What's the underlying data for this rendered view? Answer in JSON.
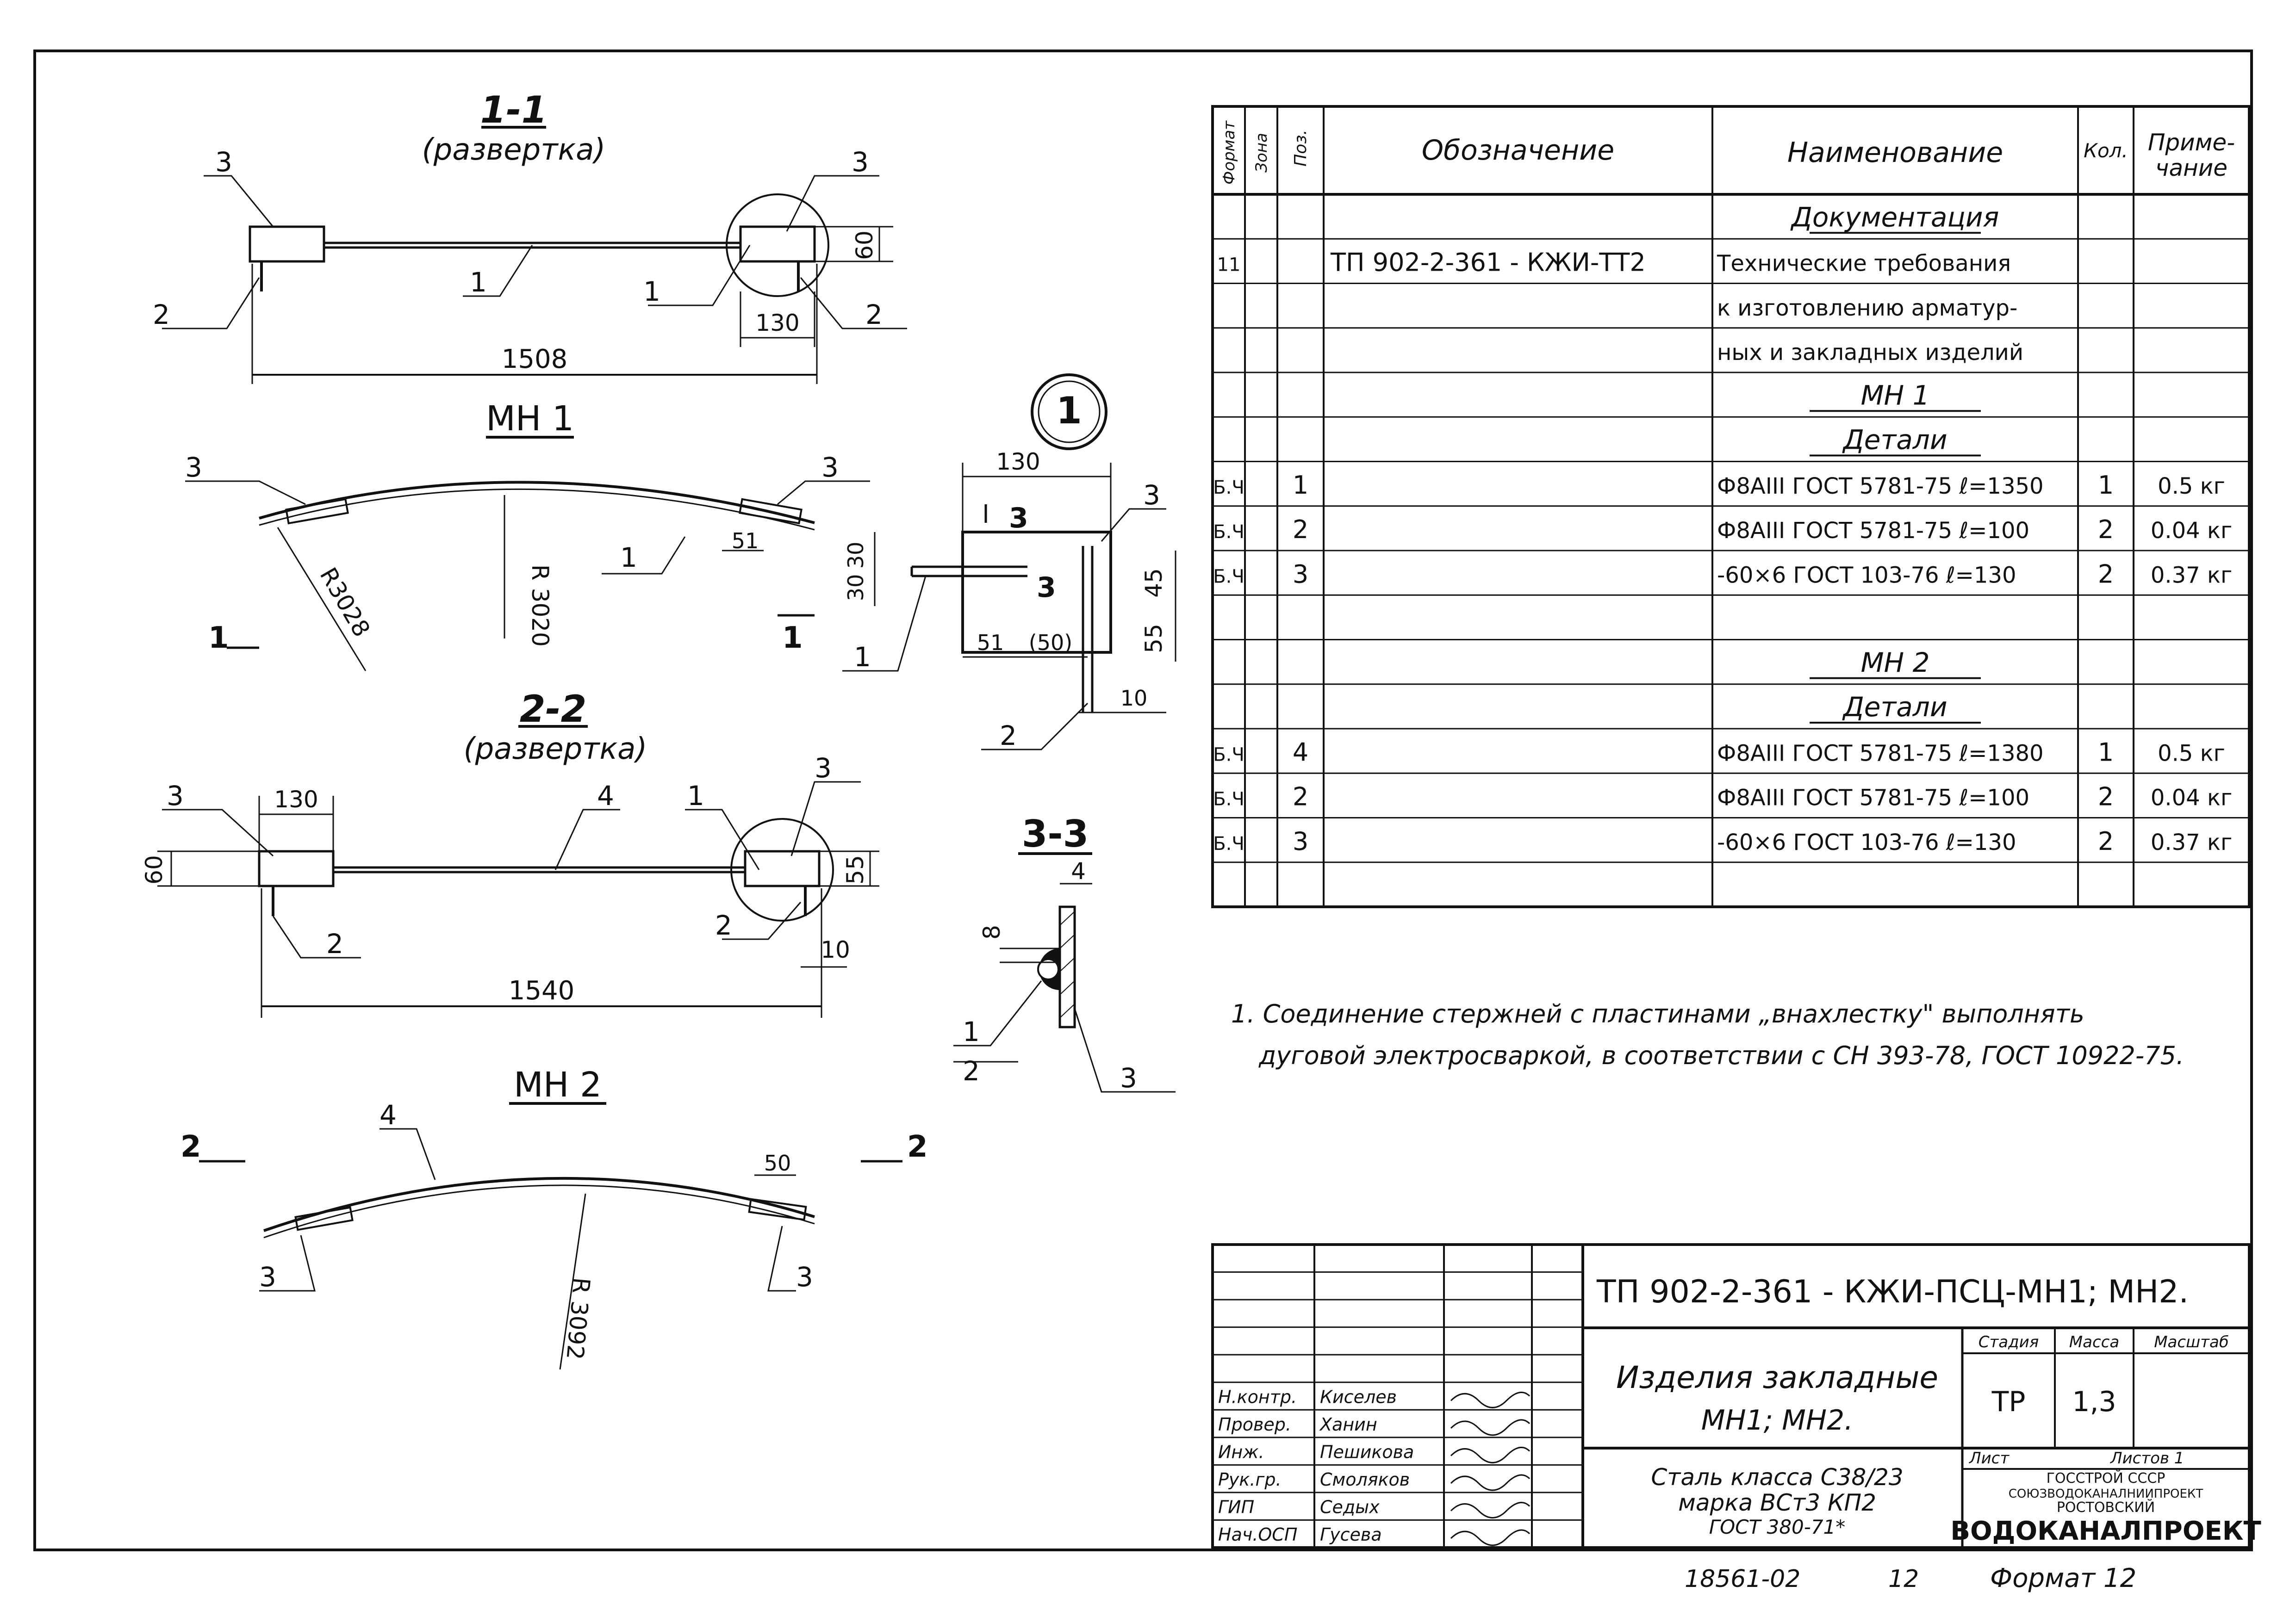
{
  "drawings": {
    "section_1_1": {
      "title": "1-1",
      "subtitle": "(развертка)",
      "dim_total": "1508",
      "dim_h": "60",
      "dim_w": "130",
      "pos": [
        "3",
        "3",
        "2",
        "1",
        "1",
        "2"
      ]
    },
    "mn1": {
      "title": "МН 1",
      "radius1": "R3028",
      "radius2": "R 3020",
      "dim": "51",
      "pos": [
        "3",
        "3",
        "1"
      ],
      "cut_left": "1",
      "cut_right": "1"
    },
    "section_2_2": {
      "title": "2-2",
      "subtitle": "(развертка)",
      "dim_top": "130",
      "dim_h_left": "60",
      "dim_h_right": "55",
      "dim_side": "10",
      "dim_total": "1540",
      "pos": [
        "3",
        "4",
        "1",
        "3",
        "2",
        "2"
      ]
    },
    "mn2": {
      "title": "МН 2",
      "radius": "R 3092",
      "dim": "50",
      "pos": [
        "4",
        "3",
        "3"
      ],
      "cut_left": "2",
      "cut_right": "2"
    },
    "detail_1": {
      "label": "1",
      "dim_top": "130",
      "dim_30a": "30",
      "dim_30b": "30",
      "dim_45": "45",
      "dim_55": "55",
      "dim_51": "51",
      "dim_50": "(50)",
      "dim_10": "10",
      "cut": "3",
      "cut2": "3",
      "pos": [
        "3",
        "1",
        "2"
      ]
    },
    "section_3_3": {
      "title": "3-3",
      "dim_4": "4",
      "dim_8": "8",
      "pos": [
        "1",
        "2",
        "3"
      ]
    }
  },
  "spec_table": {
    "headers": {
      "format": "Формат",
      "zone": "Зона",
      "pos": "Поз.",
      "designation": "Обозначение",
      "name": "Наименование",
      "qty": "Кол.",
      "note": "Приме-\nчание"
    },
    "rows": [
      {
        "format": "",
        "pos": "",
        "designation": "",
        "name": "Документация",
        "qty": "",
        "note": "",
        "underline": true
      },
      {
        "format": "11",
        "pos": "",
        "designation": "ТП 902-2-361 - КЖИ-ТТ2",
        "name": "Технические требования",
        "qty": "",
        "note": ""
      },
      {
        "format": "",
        "pos": "",
        "designation": "",
        "name": "к изготовлению арматур-",
        "qty": "",
        "note": ""
      },
      {
        "format": "",
        "pos": "",
        "designation": "",
        "name": "ных и закладных изделий",
        "qty": "",
        "note": ""
      },
      {
        "format": "",
        "pos": "",
        "designation": "",
        "name": "МН 1",
        "qty": "",
        "note": "",
        "underline": true
      },
      {
        "format": "",
        "pos": "",
        "designation": "",
        "name": "Детали",
        "qty": "",
        "note": "",
        "underline": true
      },
      {
        "format": "Б.Ч",
        "pos": "1",
        "designation": "",
        "name": "Ф8АIII ГОСТ 5781-75  ℓ=1350",
        "qty": "1",
        "note": "0.5 кг"
      },
      {
        "format": "Б.Ч",
        "pos": "2",
        "designation": "",
        "name": "Ф8АIII ГОСТ 5781-75  ℓ=100",
        "qty": "2",
        "note": "0.04 кг"
      },
      {
        "format": "Б.Ч",
        "pos": "3",
        "designation": "",
        "name": "-60×6 ГОСТ 103-76  ℓ=130",
        "qty": "2",
        "note": "0.37 кг"
      },
      {
        "format": "",
        "pos": "",
        "designation": "",
        "name": "",
        "qty": "",
        "note": ""
      },
      {
        "format": "",
        "pos": "",
        "designation": "",
        "name": "МН 2",
        "qty": "",
        "note": "",
        "underline": true
      },
      {
        "format": "",
        "pos": "",
        "designation": "",
        "name": "Детали",
        "qty": "",
        "note": "",
        "underline": true
      },
      {
        "format": "Б.Ч",
        "pos": "4",
        "designation": "",
        "name": "Ф8АIII ГОСТ 5781-75  ℓ=1380",
        "qty": "1",
        "note": "0.5 кг"
      },
      {
        "format": "Б.Ч",
        "pos": "2",
        "designation": "",
        "name": "Ф8АIII ГОСТ 5781-75  ℓ=100",
        "qty": "2",
        "note": "0.04 кг"
      },
      {
        "format": "Б.Ч",
        "pos": "3",
        "designation": "",
        "name": "-60×6 ГОСТ 103-76  ℓ=130",
        "qty": "2",
        "note": "0.37 кг"
      },
      {
        "format": "",
        "pos": "",
        "designation": "",
        "name": "",
        "qty": "",
        "note": ""
      }
    ]
  },
  "note": {
    "line1": "1. Соединение стержней с пластинами „внахлестку\" выполнять",
    "line2": "дуговой электросваркой, в соответствии с СН 393-78, ГОСТ 10922-75."
  },
  "title_block": {
    "code": "ТП 902-2-361 -  КЖИ-ПСЦ-МН1; МН2.",
    "name_line1": "Изделия закладные",
    "name_line2": "МН1; МН2.",
    "material_line1": "Сталь класса С38/23",
    "material_line2": "марка ВСт3 КП2",
    "material_line3": "ГОСТ 380-71*",
    "stage_label": "Стадия",
    "mass_label": "Масса",
    "scale_label": "Масштаб",
    "stage": "ТР",
    "mass": "1,3",
    "sheet_label": "Лист",
    "sheets_label": "Листов 1",
    "org_line1": "ГОССТРОЙ СССР",
    "org_line2": "СОЮЗВОДОКАНАЛНИИПРОЕКТ",
    "org_line3": "РОСТОВСКИЙ",
    "org_line4": "ВОДОКАНАЛПРОЕКТ",
    "signatures": [
      {
        "role": "Н.контр.",
        "name": "Киселев"
      },
      {
        "role": "Провер.",
        "name": "Ханин"
      },
      {
        "role": "Инж.",
        "name": "Пешикова"
      },
      {
        "role": "Рук.гр.",
        "name": "Смоляков"
      },
      {
        "role": "ГИП",
        "name": "Седых"
      },
      {
        "role": "Нач.ОСП",
        "name": "Гусева"
      }
    ]
  },
  "footer": {
    "number": "18561-02",
    "page": "12",
    "format": "Формат 12"
  }
}
